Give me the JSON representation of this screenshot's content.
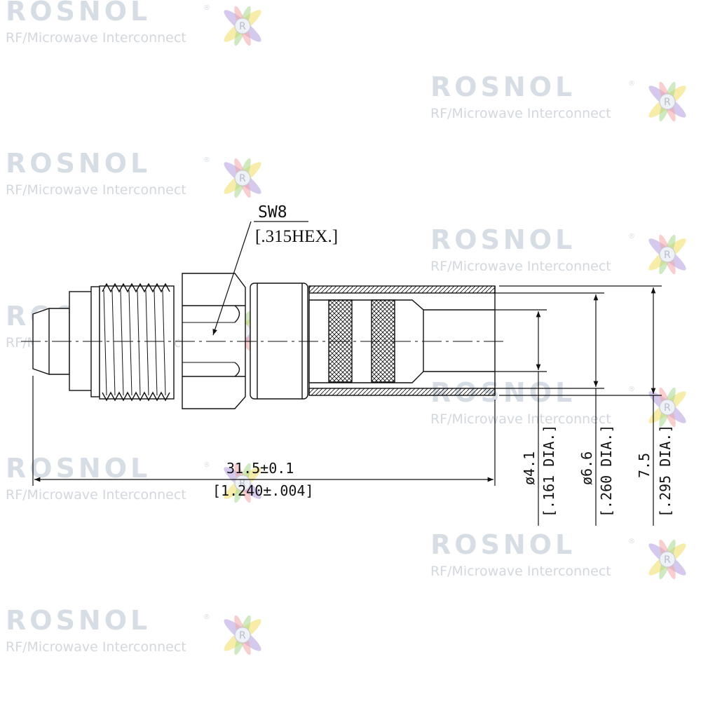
{
  "watermark": {
    "brand": "ROSNOL",
    "registered": "®",
    "tagline": "RF/Microwave Interconnect",
    "logo_icon": "rosnol-star-logo-icon",
    "colors": {
      "text": "#d7dde4",
      "yellow": "#f3e27a",
      "green": "#a8d88c",
      "red": "#f2a6a6",
      "purple": "#b9a6e2"
    }
  },
  "drawing": {
    "hex_callout": {
      "size": "SW8",
      "inch": "[.315HEX.]"
    },
    "length_dim": {
      "metric": "31.5±0.1",
      "inch": "[1.240±.004]"
    },
    "dia_1": {
      "metric": "ø4.1",
      "inch": "[.161 DIA.]"
    },
    "dia_2": {
      "metric": "ø6.6",
      "inch": "[.260 DIA.]"
    },
    "dia_3": {
      "metric": "7.5",
      "inch": "[.295 DIA.]"
    }
  }
}
